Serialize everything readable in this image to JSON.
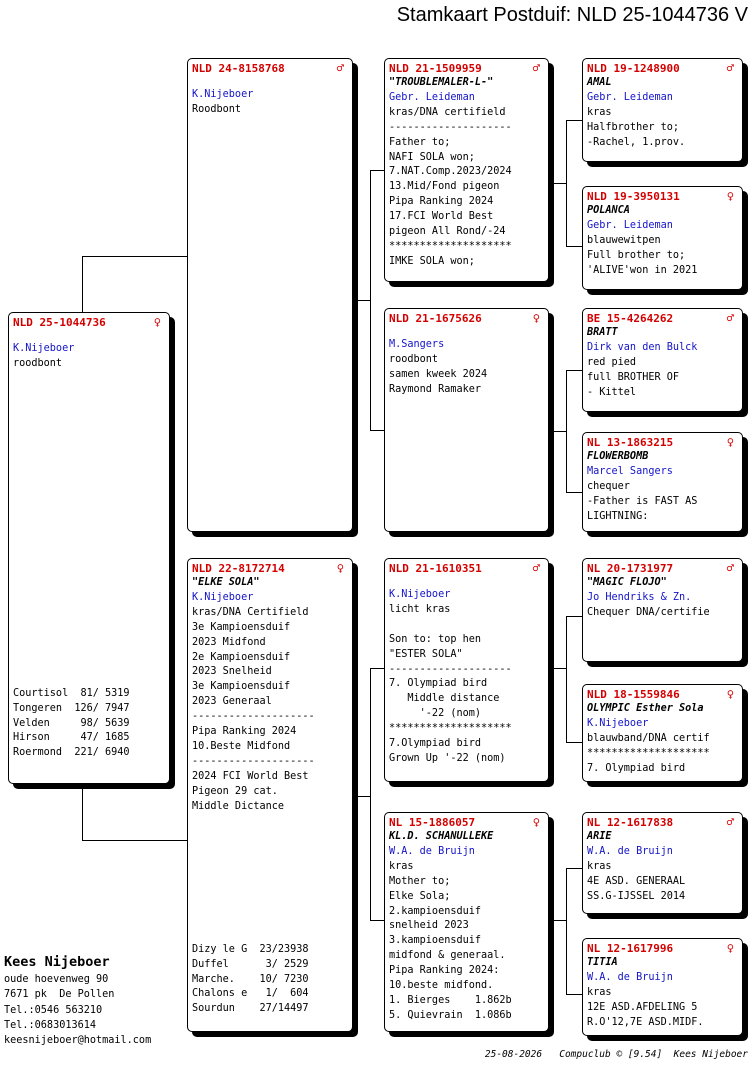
{
  "title": "Stamkaart Postduif: NLD 25-1044736 V",
  "cards": {
    "subject": {
      "ring": "NLD 25-1044736",
      "sex": "♀",
      "name": "",
      "owner": "K.Nijeboer",
      "lines": [
        "roodbont"
      ],
      "results": [
        "Courtisol  81/ 5319",
        "Tongeren  126/ 7947",
        "Velden     98/ 5639",
        "Hirson     47/ 1685",
        "Roermond  221/ 6940"
      ]
    },
    "father": {
      "ring": "NLD 24-8158768",
      "sex": "♂",
      "name": "",
      "owner": "K.Nijeboer",
      "lines": [
        "Roodbont"
      ]
    },
    "mother": {
      "ring": "NLD 22-8172714",
      "sex": "♀",
      "name": "\"ELKE SOLA\"",
      "owner": "K.Nijeboer",
      "lines": [
        "kras/DNA Certifield",
        "3e Kampioensduif",
        "2023 Midfond",
        "2e Kampioensduif",
        "2023 Snelheid",
        "3e Kampioensduif",
        "2023 Generaal",
        "--------------------",
        "Pipa Ranking 2024",
        "10.Beste Midfond",
        "--------------------",
        "2024 FCI World Best",
        "Pigeon 29 cat.",
        "Middle Dictance"
      ],
      "results": [
        "Dizy le G  23/23938",
        "Duffel      3/ 2529",
        "Marche.    10/ 7230",
        "Chalons e   1/  604",
        "Sourdun    27/14497"
      ]
    },
    "ff": {
      "ring": "NLD 21-1509959",
      "sex": "♂",
      "name": "\"TROUBLEMALER-L-\"",
      "owner": "Gebr. Leideman",
      "lines": [
        "kras/DNA certifield",
        "--------------------",
        "Father to;",
        "NAFI SOLA won;",
        "7.NAT.Comp.2023/2024",
        "13.Mid/Fond pigeon",
        "Pipa Ranking 2024",
        "17.FCI World Best",
        "pigeon All Rond/-24",
        "********************",
        "IMKE SOLA won;"
      ]
    },
    "fm": {
      "ring": "NLD 21-1675626",
      "sex": "♀",
      "name": "",
      "owner": "M.Sangers",
      "lines": [
        "roodbont",
        "samen kweek 2024",
        "Raymond Ramaker"
      ]
    },
    "mf": {
      "ring": "NLD 21-1610351",
      "sex": "♂",
      "name": "",
      "owner": "K.Nijeboer",
      "lines": [
        "licht kras",
        "",
        "Son to: top hen",
        "\"ESTER SOLA\"",
        "--------------------",
        "7. Olympiad bird",
        "   Middle distance",
        "     '-22 (nom)",
        "********************",
        "7.Olympiad bird",
        "Grown Up '-22 (nom)"
      ]
    },
    "mm": {
      "ring": "NL  15-1886057",
      "sex": "♀",
      "name": "KL.D. SCHANULLEKE",
      "owner": "W.A. de Bruijn",
      "lines": [
        "kras",
        "Mother to;",
        "Elke Sola;",
        "2.kampioensduif",
        "snelheid 2023",
        "3.kampioensduif",
        "midfond & generaal.",
        "Pipa Ranking 2024:",
        "10.beste midfond.",
        "1. Bierges    1.862b",
        "5. Quievrain  1.086b"
      ]
    },
    "fff": {
      "ring": "NLD 19-1248900",
      "sex": "♂",
      "name": "AMAL",
      "owner": "Gebr. Leideman",
      "lines": [
        "kras",
        "Halfbrother to;",
        "-Rachel, 1.prov."
      ]
    },
    "ffm": {
      "ring": "NLD 19-3950131",
      "sex": "♀",
      "name": "POLANCA",
      "owner": "Gebr. Leideman",
      "lines": [
        "blauwewitpen",
        "Full brother to;",
        "'ALIVE'won in 2021"
      ]
    },
    "fmf": {
      "ring": "BE  15-4264262",
      "sex": "♂",
      "name": "BRATT",
      "owner": "Dirk van den Bulck",
      "lines": [
        "red pied",
        "full BROTHER OF",
        "- Kittel"
      ]
    },
    "fmm": {
      "ring": "NL  13-1863215",
      "sex": "♀",
      "name": "FLOWERBOMB",
      "owner": "Marcel Sangers",
      "lines": [
        "chequer",
        "-Father is FAST AS",
        "LIGHTNING:"
      ]
    },
    "mff": {
      "ring": "NL  20-1731977",
      "sex": "♂",
      "name": "\"MAGIC FLOJO\"",
      "owner": "Jo Hendriks & Zn.",
      "lines": [
        "Chequer DNA/certifie"
      ]
    },
    "mfm": {
      "ring": "NLD 18-1559846",
      "sex": "♀",
      "name": "OLYMPIC Esther Sola",
      "owner": "K.Nijeboer",
      "lines": [
        "blauwband/DNA certif",
        "********************",
        "7. Olympiad bird"
      ]
    },
    "mmf": {
      "ring": "NL  12-1617838",
      "sex": "♂",
      "name": "ARIE",
      "owner": "W.A. de Bruijn",
      "lines": [
        "kras",
        "4E ASD. GENERAAL",
        "SS.G-IJSSEL 2014"
      ]
    },
    "mmm": {
      "ring": "NL  12-1617996",
      "sex": "♀",
      "name": "TITIA",
      "owner": "W.A. de Bruijn",
      "lines": [
        "kras",
        "12E ASD.AFDELING 5",
        "R.O'12,7E ASD.MIDF."
      ]
    }
  },
  "breeder": {
    "name": "Kees Nijeboer",
    "lines": [
      "oude hoevenweg 90",
      "7671 pk  De Pollen",
      "Tel.:0546 563210",
      "Tel.:0683013614",
      "keesnijeboer@hotmail.com"
    ]
  },
  "footer": "25-08-2026   Compuclub © [9.54]  Kees Nijeboer"
}
